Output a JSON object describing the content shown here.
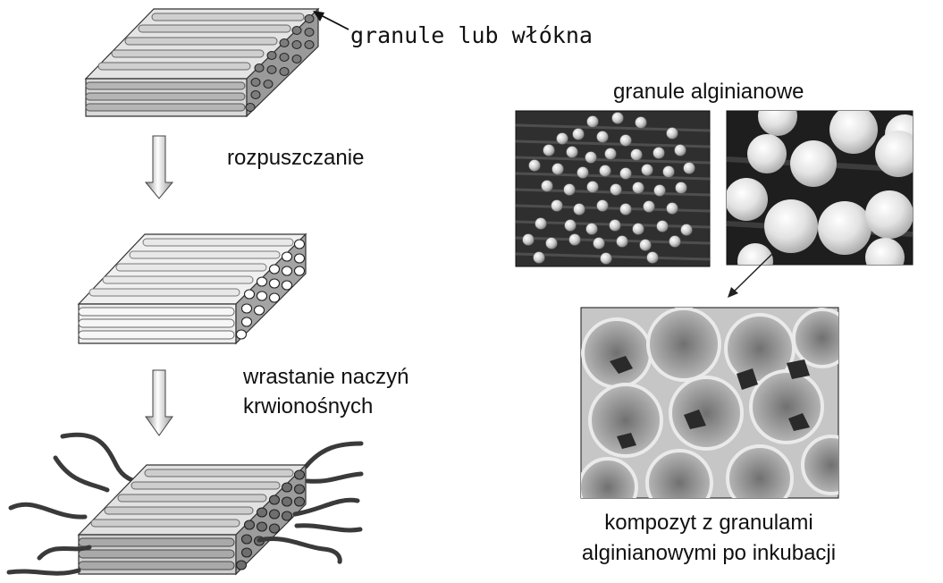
{
  "labels": {
    "granules_or_fibers": "granule lub włókna",
    "dissolving": "rozpuszczanie",
    "vascular_ingrowth_line1": "wrastanie naczyń",
    "vascular_ingrowth_line2": "krwionośnych",
    "alginate_granules": "granule alginianowe",
    "composite_line1": "kompozyt z granulami",
    "composite_line2": "alginianowymi po inkubacji"
  }
}
